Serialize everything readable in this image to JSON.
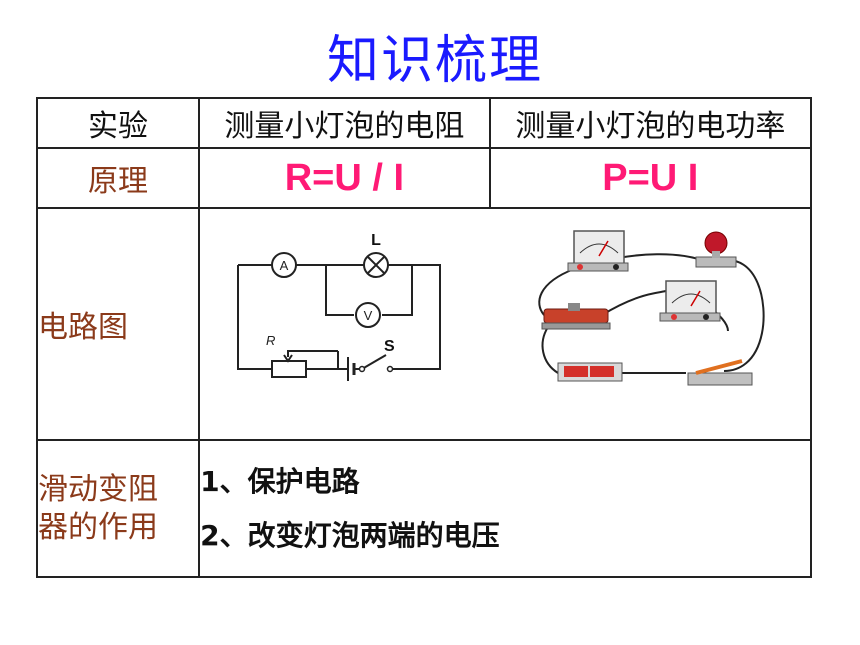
{
  "title": "知识梳理",
  "table": {
    "header": {
      "col1": "实验",
      "col2": "测量小灯泡的电阻",
      "col3": "测量小灯泡的电功率"
    },
    "principle": {
      "label": "原理",
      "resistance_formula": "R=U / I",
      "power_formula": "P=U I"
    },
    "diagram": {
      "label": "电路图",
      "schematic_labels": {
        "ammeter": "A",
        "lamp": "L",
        "voltmeter": "V",
        "rheostat": "R",
        "switch": "S"
      }
    },
    "rheostat_role": {
      "label": "滑动变阻器的作用",
      "label_line1": "滑动变阻",
      "label_line2": "器的作用",
      "items": [
        "1、保护电路",
        "2、改变灯泡两端的电压"
      ]
    }
  }
}
